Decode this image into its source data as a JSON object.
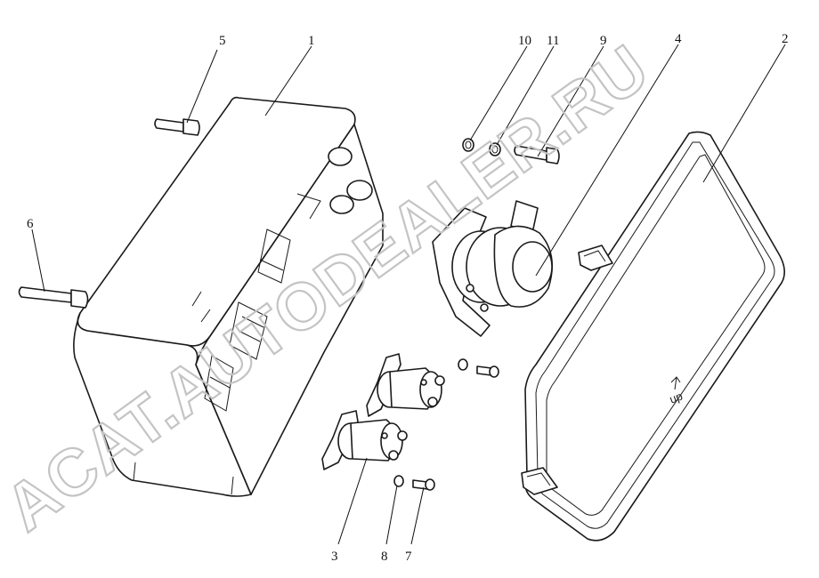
{
  "callouts": {
    "c1": "1",
    "c2": "2",
    "c3": "3",
    "c4": "4",
    "c5": "5",
    "c6": "6",
    "c7": "7",
    "c8": "8",
    "c9": "9",
    "c10": "10",
    "c11": "11"
  },
  "cover_marking": "up",
  "watermark": "ACAT.AUTODEALER.RU",
  "colors": {
    "line": "#1a1a1a",
    "watermark": "#c4c4c4",
    "background": "#ffffff"
  }
}
